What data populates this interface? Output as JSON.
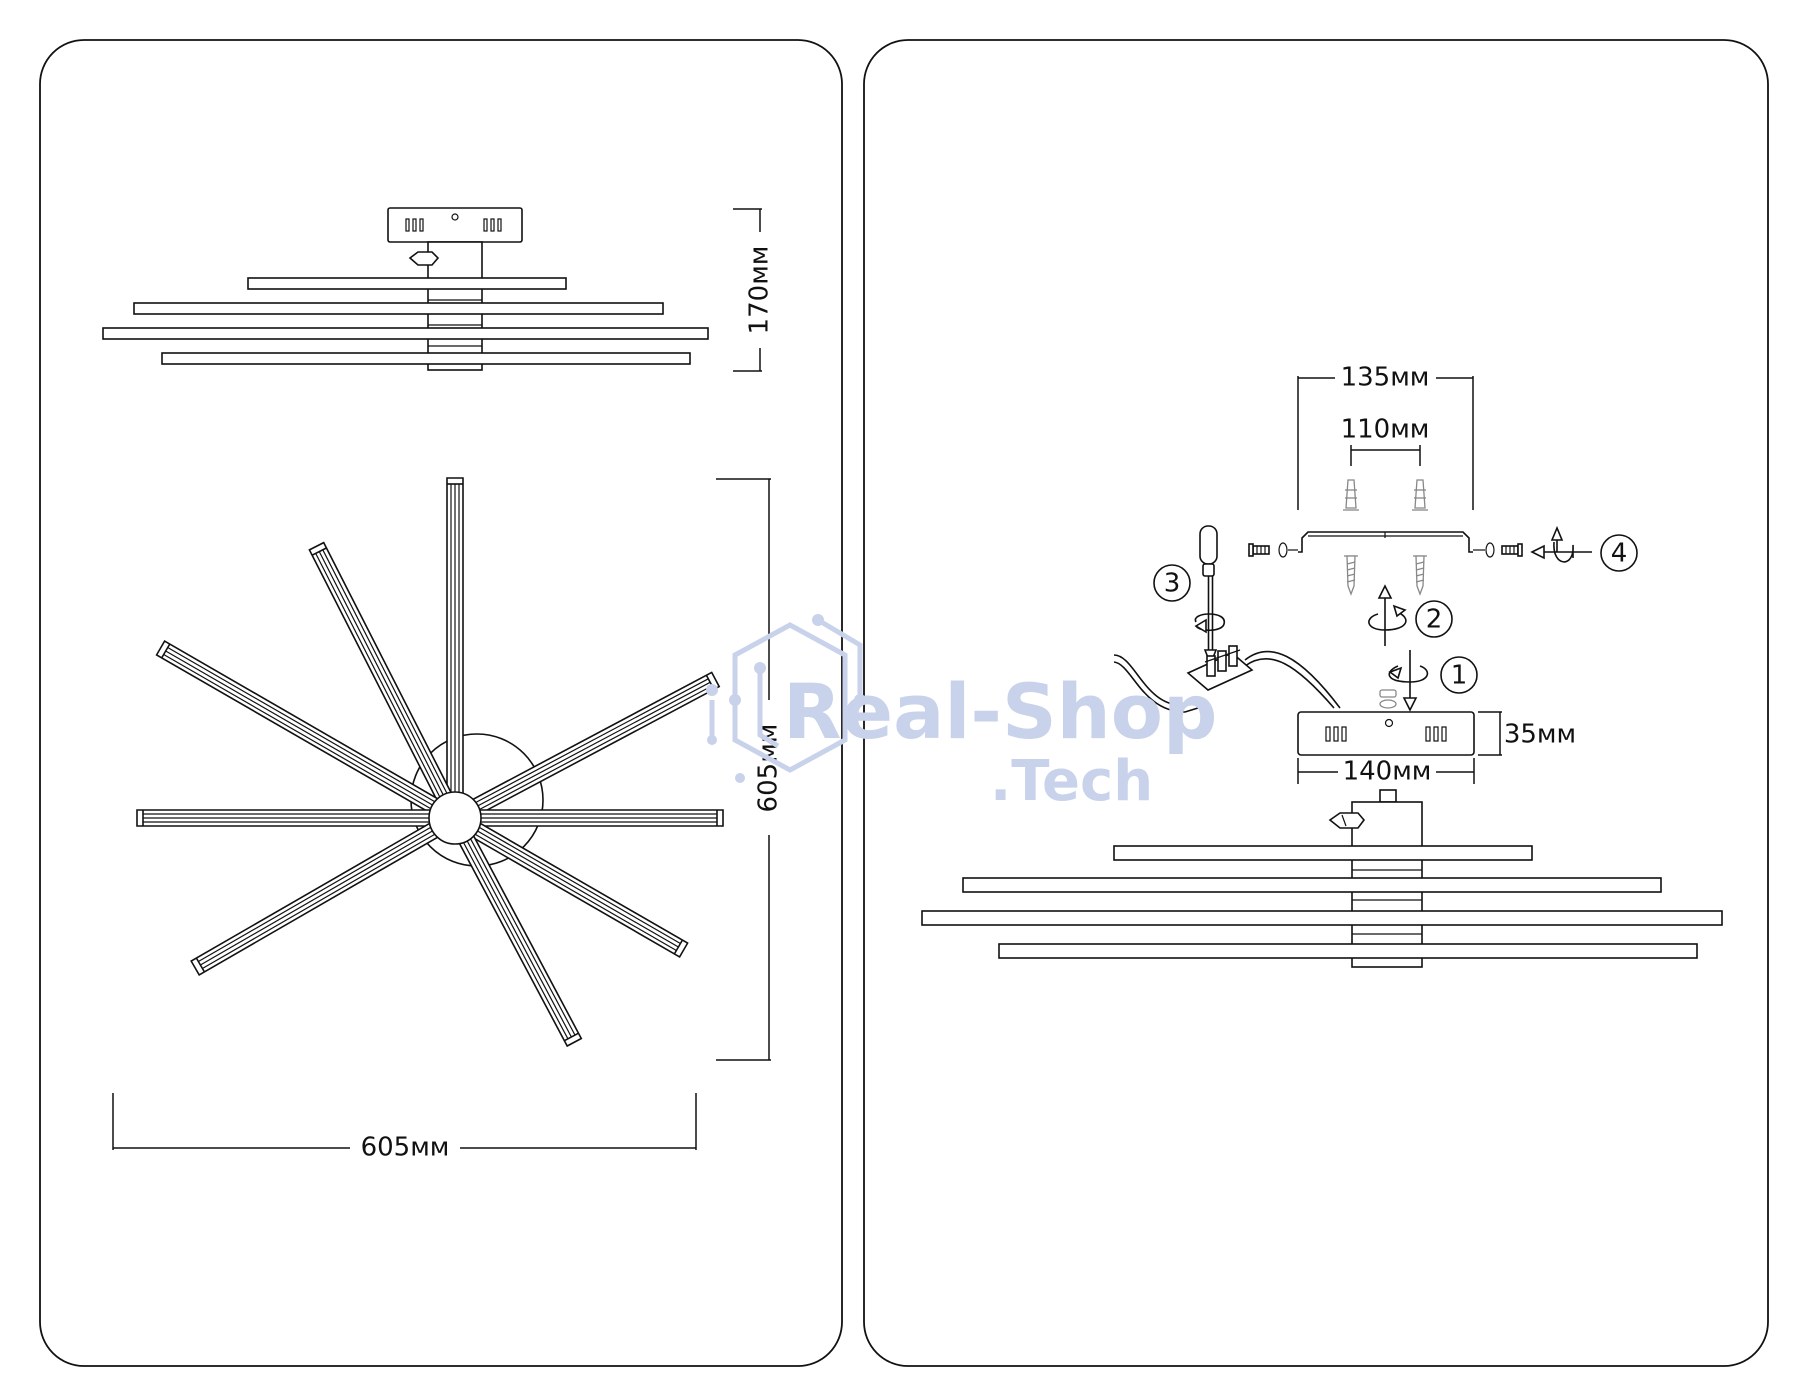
{
  "dimensions": {
    "height": "170мм",
    "diameter_vertical": "605мм",
    "diameter_horizontal": "605мм",
    "bracket_outer": "135мм",
    "bracket_inner": "110мм",
    "base_height": "35мм",
    "base_width": "140мм"
  },
  "steps": [
    "1",
    "2",
    "3",
    "4"
  ],
  "watermark": {
    "line1": "Real-Shop",
    "line2": ".Tech"
  },
  "colors": {
    "ink": "#111111",
    "watermark": "#c8d2ea"
  }
}
